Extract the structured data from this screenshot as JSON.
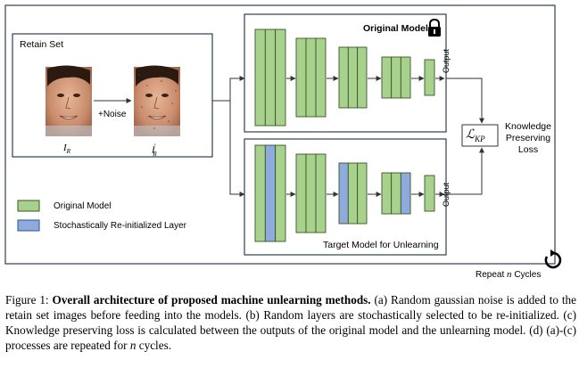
{
  "figure": {
    "retain_set_title": "Retain Set",
    "noise_label": "+Noise",
    "image_label_left": "I",
    "image_label_left_sub": "R",
    "image_label_right": "I",
    "image_label_right_sub": "R",
    "image_label_right_prime": "′",
    "original_model_title": "Original Model",
    "target_model_title": "Target Model for Unlearning",
    "output_label": "Output",
    "loss_symbol": "ℒ",
    "loss_sub": "KP",
    "loss_name_line1": "Knowledge",
    "loss_name_line2": "Preserving",
    "loss_name_line3": "Loss",
    "legend_original": "Original Model",
    "legend_reinit": "Stochastically Re-initialized Layer",
    "repeat_prefix": "Repeat",
    "repeat_n": "n",
    "repeat_suffix": "Cycles",
    "colors": {
      "original_layer": "#a9d18e",
      "reinit_layer": "#8faadc",
      "layer_stroke": "#385723",
      "box_stroke": "#2f3f55",
      "arrow": "#333333"
    }
  },
  "caption": {
    "prefix": "Figure 1:",
    "title": "Overall architecture of proposed machine unlearning methods.",
    "part_a": "(a) Random gaussian noise is added to the retain set images before feeding into the models.",
    "part_b": "(b) Random layers are stochastically selected to be re-initialized.",
    "part_c": "(c) Knowledge preserving loss is calculated between the outputs of the original model and the unlearning model.",
    "part_d_prefix": "(d) (a)-(c) processes are repeated for",
    "part_d_n": "n",
    "part_d_suffix": "cycles."
  }
}
